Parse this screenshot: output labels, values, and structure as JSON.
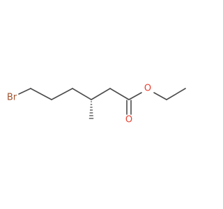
{
  "molecule": {
    "atoms": {
      "br": {
        "label": "Br",
        "color": "#a0522d"
      },
      "o_ester": {
        "label": "O",
        "color": "#e8402f"
      },
      "o_carbonyl": {
        "label": "O",
        "color": "#e8402f"
      }
    },
    "bond_color": "#4a4a4a",
    "background": "#ffffff"
  }
}
